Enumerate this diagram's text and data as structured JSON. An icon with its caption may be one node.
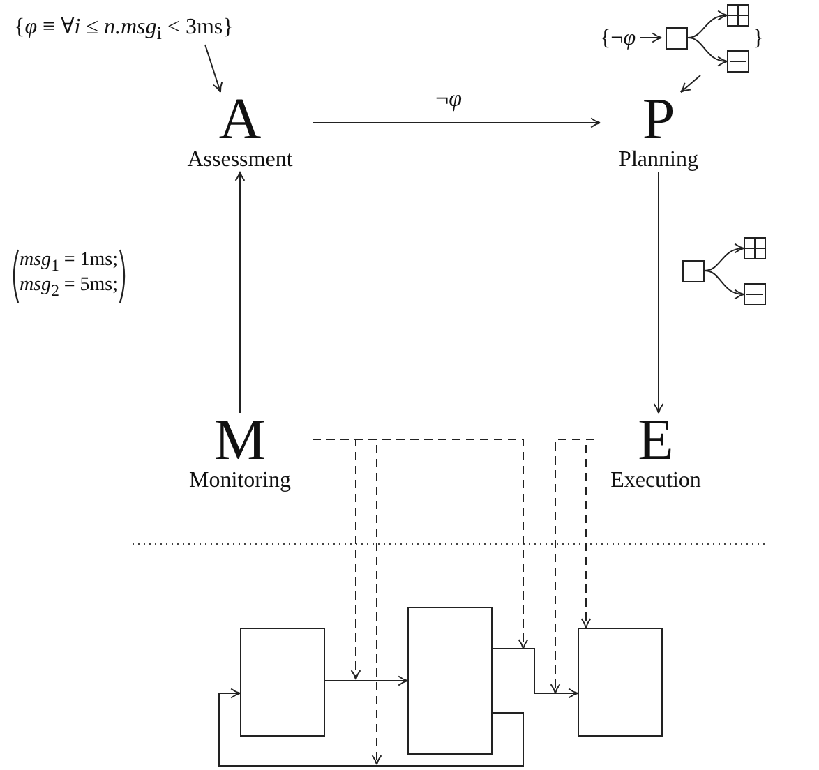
{
  "diagram": {
    "nodes": [
      {
        "text": [
          "A",
          "Assessment"
        ]
      },
      {
        "text": [
          "P",
          "Planning"
        ]
      },
      {
        "text": [
          "M",
          "Monitoring"
        ]
      },
      {
        "text": [
          "E",
          "Execution"
        ]
      },
      {
        "text": [
          "{*φ* ≡ ∀*i* ≤ *n.msg*$_{i}$ < 3ms}"
        ]
      },
      {
        "text": [
          "{¬*φ*",
          "}"
        ]
      },
      {
        "text": [],
        "shape": "box"
      },
      {
        "text": [],
        "shape": "box"
      },
      {
        "text": [],
        "shape": "box"
      }
    ],
    "edges": [
      {
        "from": 4,
        "to": 0,
        "arrow": "to"
      },
      {
        "from": 5,
        "to": 1,
        "arrow": "to"
      },
      {
        "from": 0,
        "to": 1,
        "arrow": "to",
        "label": "¬*φ*"
      },
      {
        "from": 1,
        "to": 3,
        "arrow": "to"
      },
      {
        "from": 2,
        "to": 0,
        "arrow": "to"
      },
      {
        "from": 6,
        "to": 7,
        "arrow": "to"
      },
      {
        "from": 7,
        "to": 8,
        "arrow": "to"
      },
      {
        "from": 7,
        "to": 6,
        "arrow": "to"
      },
      {
        "from": 2,
        "to": 6,
        "arrow": "to",
        "style": "dashed"
      },
      {
        "from": 2,
        "to": 7,
        "arrow": "to",
        "style": "dashed"
      },
      {
        "from": 2,
        "to": 7,
        "arrow": "to",
        "style": "dashed"
      },
      {
        "from": 3,
        "to": 8,
        "arrow": "to",
        "style": "dashed"
      },
      {
        "from": 3,
        "to": 8,
        "arrow": "to",
        "style": "dashed"
      }
    ],
    "labels": [
      "*msg*$_{1}$ = 1ms;",
      "*msg*$_{2}$ = 5ms;"
    ]
  }
}
